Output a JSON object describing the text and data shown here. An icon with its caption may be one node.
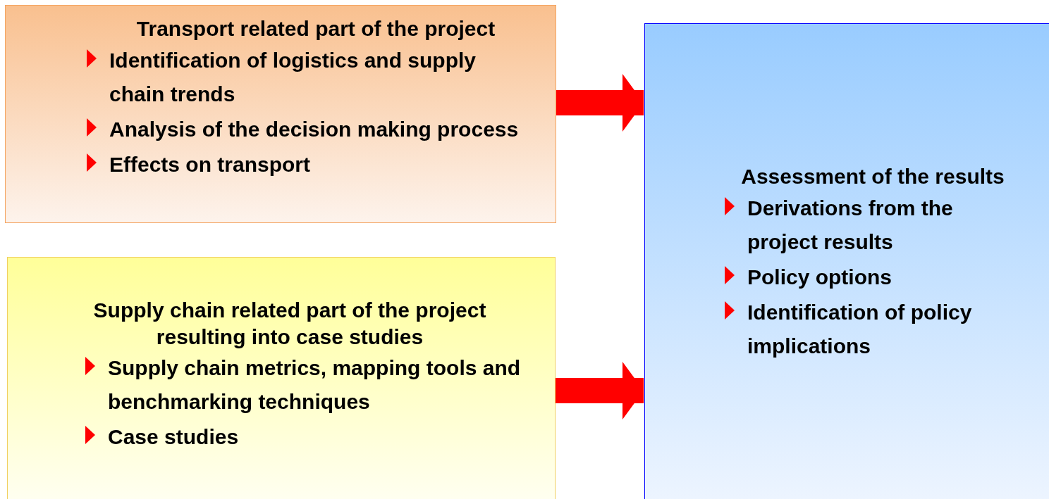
{
  "diagram": {
    "nodes": [
      {
        "text": [
          "Transport related part of the project",
          "Identification of logistics and supply chain trends",
          "Analysis of the decision making process",
          "Effects on transport"
        ]
      },
      {
        "text": [
          "Supply chain related part of the project resulting into case studies",
          "Supply chain metrics, mapping tools and benchmarking techniques",
          "Case studies"
        ]
      },
      {
        "text": [
          "Assessment of the results",
          "Derivations from the project results",
          "Policy options",
          "Identification of policy implications"
        ]
      }
    ],
    "edges": [
      {
        "from": 0,
        "to": 2,
        "arrow": "to"
      },
      {
        "from": 1,
        "to": 2,
        "arrow": "to"
      }
    ]
  }
}
